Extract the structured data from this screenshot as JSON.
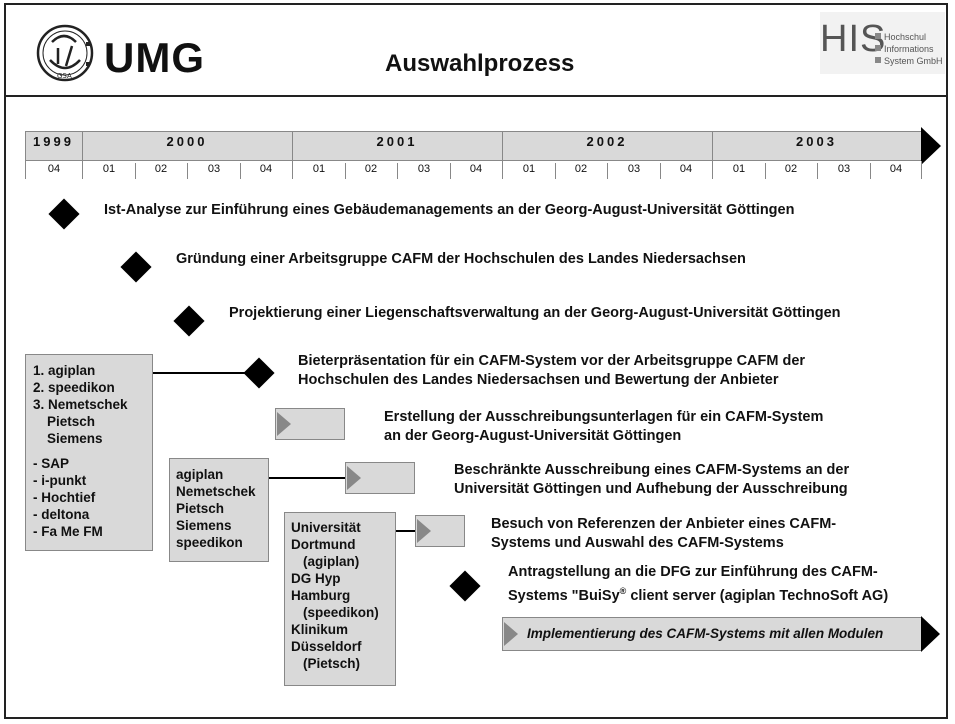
{
  "header": {
    "umg_text": "UMG",
    "title": "Auswahlprozess",
    "his_logo": "HIS",
    "his_lines": [
      "Hochschul",
      "Informations",
      "System GmbH"
    ]
  },
  "timeline": {
    "years": [
      "1999",
      "2000",
      "2001",
      "2002",
      "2003"
    ],
    "quarters": [
      "04",
      "01",
      "02",
      "03",
      "04",
      "01",
      "02",
      "03",
      "04",
      "01",
      "02",
      "03",
      "04",
      "01",
      "02",
      "03",
      "04"
    ]
  },
  "tasks": [
    "Ist-Analyse zur Einführung eines Gebäudemanagements an der Georg-August-Universität Göttingen",
    "Gründung einer Arbeitsgruppe CAFM der Hochschulen des Landes Niedersachsen",
    "Projektierung einer Liegenschaftsverwaltung an der Georg-August-Universität Göttingen",
    "Bieterpräsentation für ein CAFM-System vor der Arbeitsgruppe CAFM der",
    "Hochschulen des Landes Niedersachsen und Bewertung der Anbieter",
    "Erstellung der Ausschreibungsunterlagen für ein CAFM-System",
    "an der Georg-August-Universität Göttingen",
    "Beschränkte Ausschreibung eines CAFM-Systems an der",
    "Universität Göttingen und Aufhebung der Ausschreibung",
    "Besuch von Referenzen der Anbieter eines CAFM-",
    "Systems und Auswahl des CAFM-Systems",
    "Antragstellung an die DFG zur Einführung des CAFM-",
    "Systems \"BuiSy",
    "®",
    " client server (agiplan TechnoSoft AG)"
  ],
  "implementation": "Implementierung des CAFM-Systems mit allen Modulen",
  "box1": [
    "1. agiplan",
    "2. speedikon",
    "3. Nemetschek",
    "Pietsch",
    "Siemens",
    "- SAP",
    "- i-punkt",
    "- Hochtief",
    "- deltona",
    "- Fa Me FM"
  ],
  "box2": [
    "agiplan",
    "Nemetschek",
    "Pietsch",
    "Siemens",
    "speedikon"
  ],
  "box3": [
    "Universität",
    "Dortmund",
    "(agiplan)",
    "DG Hyp",
    "Hamburg",
    "(speedikon)",
    "Klinikum",
    "Düsseldorf",
    "(Pietsch)"
  ]
}
